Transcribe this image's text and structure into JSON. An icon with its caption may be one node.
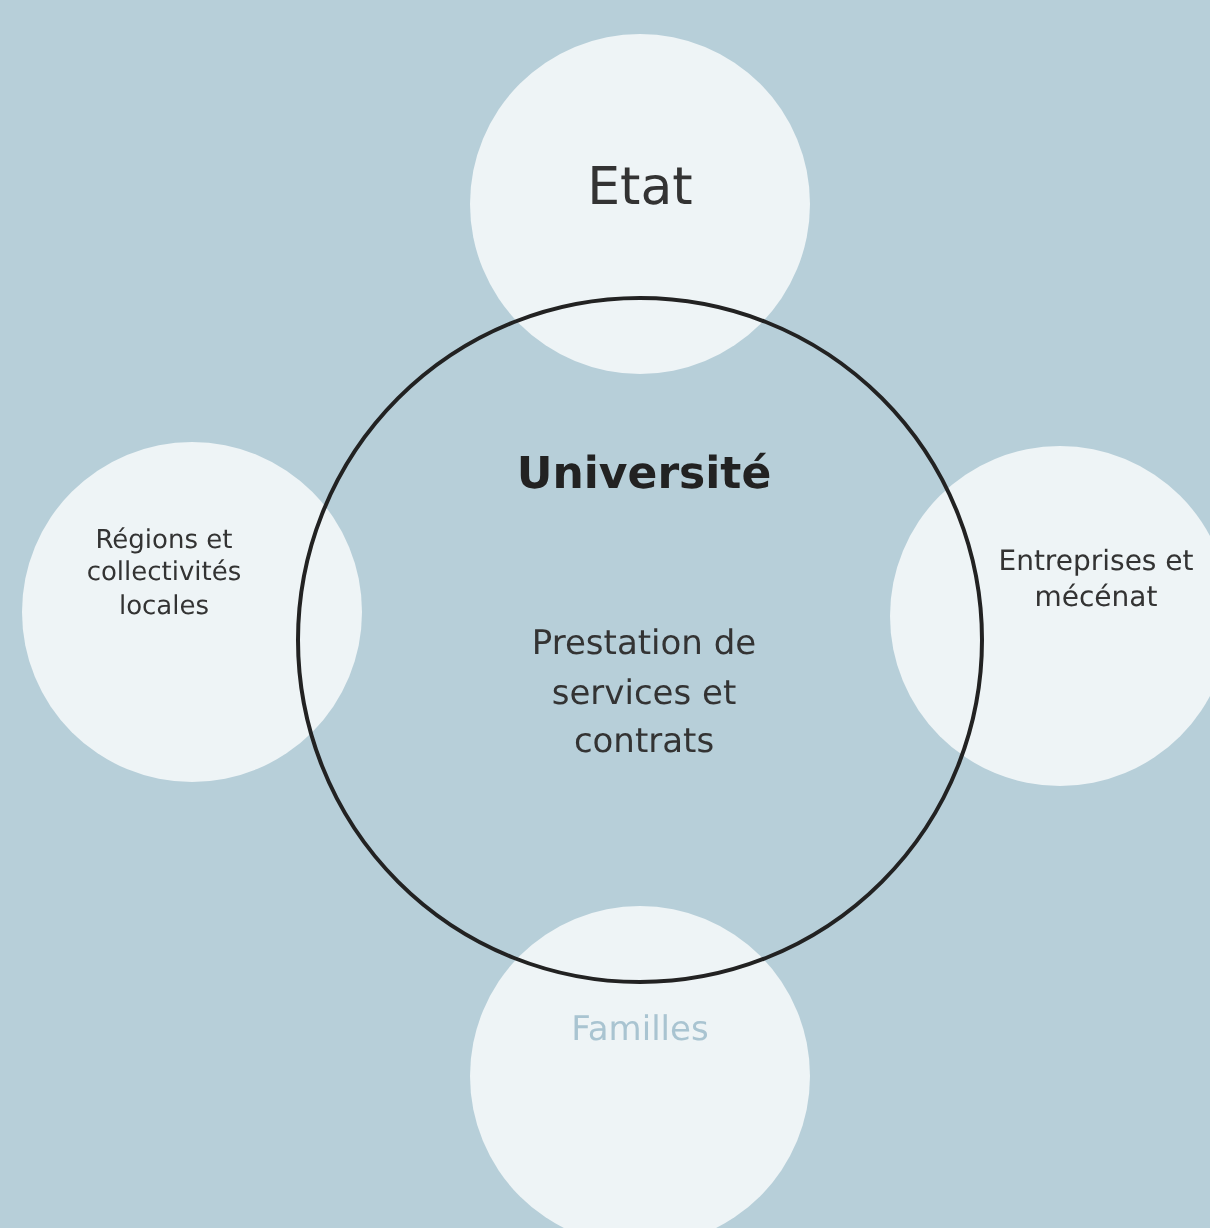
{
  "diagram": {
    "nodes": [
      {
        "text": [
          "Etat"
        ]
      },
      {
        "text": [
          "Université",
          "Prestation de services et contrats"
        ]
      },
      {
        "text": [
          "Régions et collectivités locales"
        ]
      },
      {
        "text": [
          "Entreprises et mécénat"
        ]
      },
      {
        "text": [
          "Familles"
        ]
      }
    ]
  }
}
